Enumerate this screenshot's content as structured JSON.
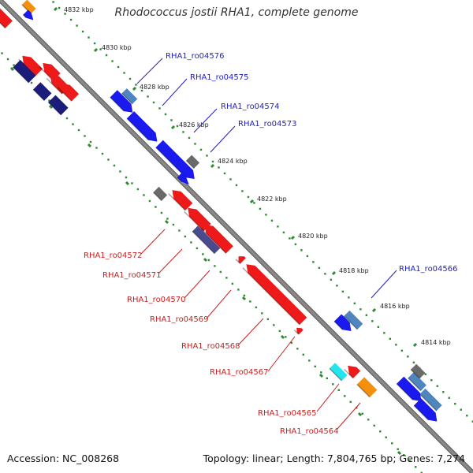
{
  "title": "Rhodococcus jostii RHA1, complete genome",
  "footer": {
    "accession": "Accession: NC_008268",
    "summary": "Topology: linear; Length: 7,804,765 bp; Genes: 7,274"
  },
  "ruler": [
    {
      "label": "4832 kbp"
    },
    {
      "label": "4830 kbp"
    },
    {
      "label": "4828 kbp"
    },
    {
      "label": "4826 kbp"
    },
    {
      "label": "4824 kbp"
    },
    {
      "label": "4822 kbp"
    },
    {
      "label": "4820 kbp"
    },
    {
      "label": "4818 kbp"
    },
    {
      "label": "4816 kbp"
    },
    {
      "label": "4814 kbp"
    }
  ],
  "gene_labels": [
    {
      "text": "RHA1_ro04576",
      "strand": "forward"
    },
    {
      "text": "RHA1_ro04575",
      "strand": "forward"
    },
    {
      "text": "RHA1_ro04574",
      "strand": "forward"
    },
    {
      "text": "RHA1_ro04573",
      "strand": "forward"
    },
    {
      "text": "RHA1_ro04566",
      "strand": "forward"
    },
    {
      "text": "RHA1_ro04572",
      "strand": "reverse"
    },
    {
      "text": "RHA1_ro04571",
      "strand": "reverse"
    },
    {
      "text": "RHA1_ro04570",
      "strand": "reverse"
    },
    {
      "text": "RHA1_ro04569",
      "strand": "reverse"
    },
    {
      "text": "RHA1_ro04568",
      "strand": "reverse"
    },
    {
      "text": "RHA1_ro04567",
      "strand": "reverse"
    },
    {
      "text": "RHA1_ro04565",
      "strand": "reverse"
    },
    {
      "text": "RHA1_ro04564",
      "strand": "reverse"
    }
  ],
  "colors": {
    "backbone": "#888888",
    "ruler": "#2e8b2e",
    "forward_label": "#1f1fbf",
    "reverse_label": "#cc1f1f",
    "blue": "#1a1aee",
    "red": "#ee1a1a",
    "navy": "#1c1c7a",
    "orange": "#f5900f",
    "gray": "#6a6a6a",
    "steel": "#4f86bd",
    "slate": "#4a4a8e",
    "cyan": "#22e5ee"
  }
}
